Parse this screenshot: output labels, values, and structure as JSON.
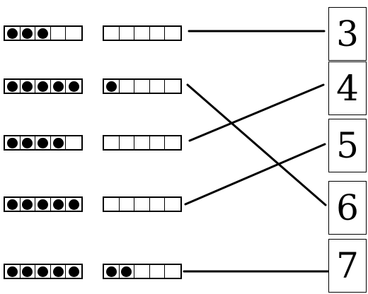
{
  "rows": [
    {
      "left_dots": 3,
      "right_dots": 0
    },
    {
      "left_dots": 5,
      "right_dots": 1
    },
    {
      "left_dots": 4,
      "right_dots": 0
    },
    {
      "left_dots": 5,
      "right_dots": 0
    },
    {
      "left_dots": 5,
      "right_dots": 2
    }
  ],
  "numbers": [
    "3",
    "4",
    "5",
    "6",
    "7"
  ],
  "matches": [
    {
      "row": 0,
      "number": 0
    },
    {
      "row": 1,
      "number": 3
    },
    {
      "row": 2,
      "number": 1
    },
    {
      "row": 3,
      "number": 2
    },
    {
      "row": 4,
      "number": 4
    }
  ],
  "frame_cells": 5
}
